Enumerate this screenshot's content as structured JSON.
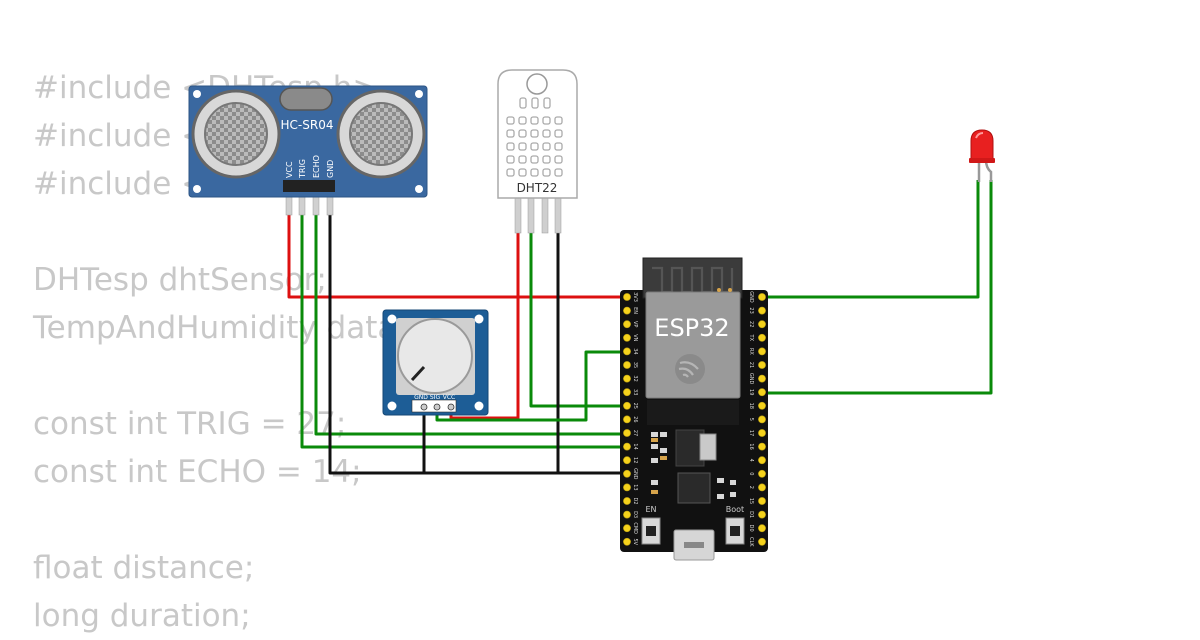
{
  "code_lines": [
    "#include <DHTesp.h>",
    "#include <",
    "#include <",
    "",
    "DHTesp dhtSensor;",
    "TempAndHumidity data;",
    "",
    "const int TRIG = 27;",
    "const int ECHO = 14;",
    "",
    "float distance;",
    "long duration;"
  ],
  "ultrasonic": {
    "name": "HC-SR04",
    "pins": [
      "VCC",
      "TRIG",
      "ECHO",
      "GND"
    ],
    "color": "#3a68a0"
  },
  "dht": {
    "name": "DHT22"
  },
  "potentiometer": {
    "pins": [
      "GND",
      "SIG",
      "VCC"
    ],
    "color": "#1d5d96"
  },
  "esp32": {
    "name": "ESP32",
    "left_pins": [
      "3V3",
      "EN",
      "VP",
      "VN",
      "34",
      "35",
      "32",
      "33",
      "25",
      "26",
      "27",
      "14",
      "12",
      "GND",
      "13",
      "D2",
      "D3",
      "CMD",
      "5V"
    ],
    "right_pins": [
      "GND",
      "23",
      "22",
      "TX",
      "RX",
      "21",
      "GND",
      "19",
      "18",
      "5",
      "17",
      "16",
      "4",
      "0",
      "2",
      "15",
      "D1",
      "D0",
      "CLK"
    ],
    "en_label": "EN",
    "boot_label": "Boot"
  },
  "led": {
    "color": "#e82020"
  },
  "wire_colors": {
    "power": "#dd1010",
    "signal": "#0a8a0a",
    "ground": "#111111"
  }
}
